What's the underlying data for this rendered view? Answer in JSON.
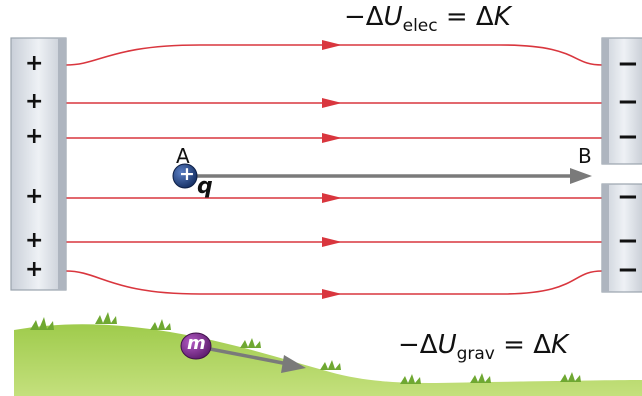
{
  "top_equation": {
    "minus": "−Δ",
    "var": "U",
    "sub": "elec",
    "rhs": " = Δ",
    "rhs_var": "K"
  },
  "bottom_equation": {
    "minus": "−Δ",
    "var": "U",
    "sub": "grav",
    "rhs": " = Δ",
    "rhs_var": "K"
  },
  "point_a": "A",
  "point_b": "B",
  "charge_label": "q",
  "charge_symbol": "+",
  "mass_label": "m",
  "plate_positive_sign": "+",
  "plate_negative_sign": "−",
  "colors": {
    "field_line": "#d9363e",
    "plate_fill": "#dde2ea",
    "plate_edge": "#9aa3ad",
    "displacement_arrow": "#7a7a7a",
    "charge_fill": "#1c3d7a",
    "mass_fill": "#7b2a8c",
    "grass": "#8dbf3f",
    "ground": "#a9cf5a"
  }
}
